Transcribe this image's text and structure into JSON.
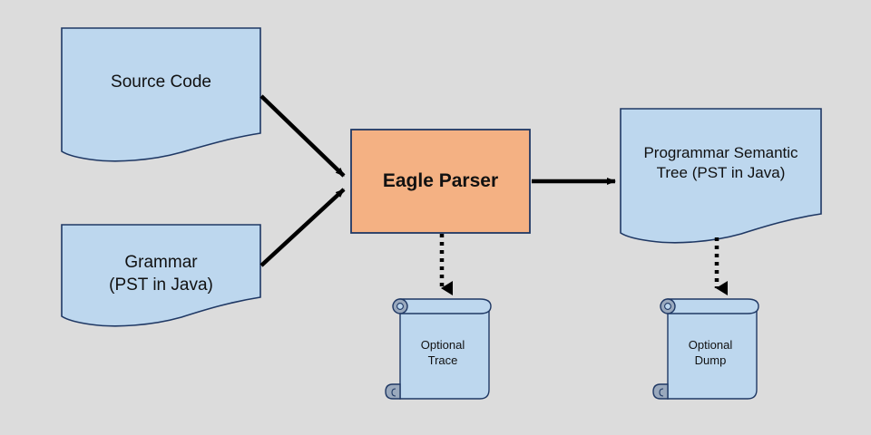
{
  "diagram": {
    "title": "Eagle Parser data flow diagram",
    "background_color": "#dcdcdc",
    "palette": {
      "document_fill": "#bdd7ee",
      "document_stroke": "#1f3864",
      "process_fill": "#f4b183",
      "process_stroke": "#1f3864",
      "arrow_color": "#000000",
      "scroll_curl_fill": "#9aa9bd"
    },
    "nodes": [
      {
        "id": "source-code",
        "label": "Source Code",
        "shape": "document",
        "fill": "#bdd7ee",
        "stroke": "#1f3864"
      },
      {
        "id": "grammar",
        "label": "Grammar\n(PST in Java)",
        "shape": "document",
        "fill": "#bdd7ee",
        "stroke": "#1f3864"
      },
      {
        "id": "eagle-parser",
        "label": "Eagle Parser",
        "shape": "rectangle",
        "fill": "#f4b183",
        "stroke": "#1f3864"
      },
      {
        "id": "pst",
        "label": "Programmar Semantic\nTree (PST in Java)",
        "shape": "document",
        "fill": "#bdd7ee",
        "stroke": "#1f3864"
      },
      {
        "id": "optional-trace",
        "label": "Optional\nTrace",
        "shape": "scroll",
        "fill": "#bdd7ee",
        "stroke": "#1f3864"
      },
      {
        "id": "optional-dump",
        "label": "Optional\nDump",
        "shape": "scroll",
        "fill": "#bdd7ee",
        "stroke": "#1f3864"
      }
    ],
    "edges": [
      {
        "id": "source-to-parser",
        "from": "source-code",
        "to": "eagle-parser",
        "style": "solid",
        "arrowhead": "filled-triangle"
      },
      {
        "id": "grammar-to-parser",
        "from": "grammar",
        "to": "eagle-parser",
        "style": "solid",
        "arrowhead": "filled-triangle"
      },
      {
        "id": "parser-to-pst",
        "from": "eagle-parser",
        "to": "pst",
        "style": "solid",
        "arrowhead": "filled-triangle"
      },
      {
        "id": "parser-to-trace",
        "from": "eagle-parser",
        "to": "optional-trace",
        "style": "dotted",
        "arrowhead": "filled-triangle"
      },
      {
        "id": "pst-to-dump",
        "from": "pst",
        "to": "optional-dump",
        "style": "dotted",
        "arrowhead": "filled-triangle"
      }
    ]
  }
}
